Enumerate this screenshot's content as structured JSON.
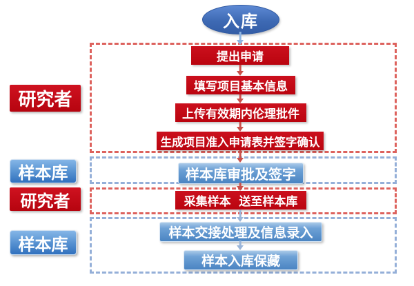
{
  "flowchart": {
    "title": "入库",
    "lanes": [
      {
        "label": "研究者",
        "role": "researcher"
      },
      {
        "label": "样本库",
        "role": "biobank"
      },
      {
        "label": "研究者",
        "role": "researcher"
      },
      {
        "label": "样本库",
        "role": "biobank"
      }
    ],
    "steps": [
      {
        "label": "提出申请",
        "actor": "researcher"
      },
      {
        "label": "填写项目基本信息",
        "actor": "researcher"
      },
      {
        "label": "上传有效期内伦理批件",
        "actor": "researcher"
      },
      {
        "label": "生成项目准入申请表并签字确认",
        "actor": "researcher"
      },
      {
        "label": "样本库审批及签字",
        "actor": "biobank"
      },
      {
        "label": "采集样本  送至样本库",
        "actor": "researcher"
      },
      {
        "label": "样本交接处理及信息录入",
        "actor": "biobank"
      },
      {
        "label": "样本入库保藏",
        "actor": "biobank"
      }
    ],
    "colors": {
      "researcher_box": "#c20613",
      "biobank_box_gradient_top": "#a9c9e8",
      "biobank_box_gradient_bottom": "#4a84c2",
      "researcher_dash": "#dd625d",
      "biobank_dash": "#94afd8",
      "terminator_blue": "#3e6ab4",
      "arrow_red": "#c9504a",
      "arrow_light_blue": "#8db4e2",
      "text": "#ffffff"
    }
  }
}
